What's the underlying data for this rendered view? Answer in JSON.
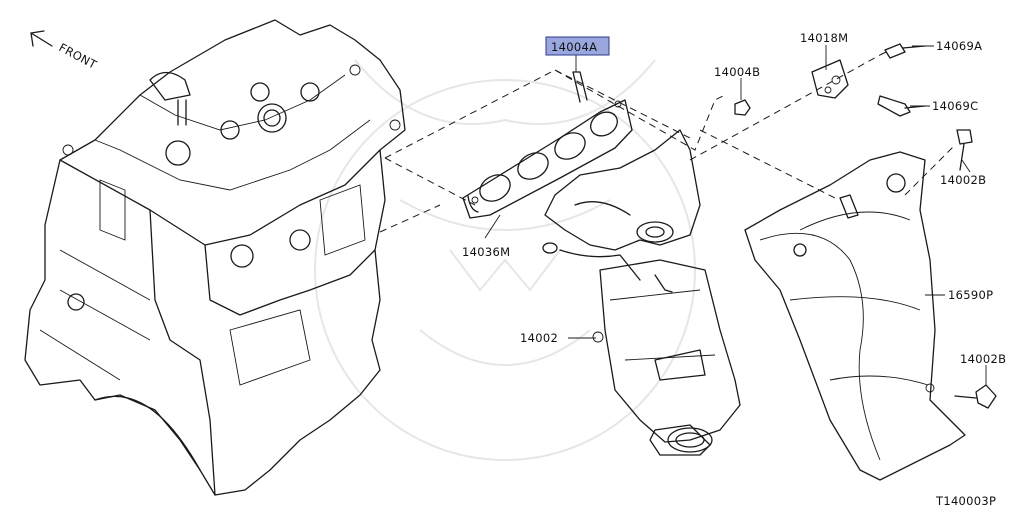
{
  "diagram": {
    "front_label": "FRONT",
    "drawing_code": "T140003P",
    "highlight_color": "#9aa7df",
    "parts": [
      {
        "id": "p1",
        "code": "14004A",
        "highlighted": true
      },
      {
        "id": "p2",
        "code": "14004B",
        "highlighted": false
      },
      {
        "id": "p3",
        "code": "14018M",
        "highlighted": false
      },
      {
        "id": "p4",
        "code": "14069A",
        "highlighted": false
      },
      {
        "id": "p5",
        "code": "14069C",
        "highlighted": false
      },
      {
        "id": "p6",
        "code": "14002B",
        "highlighted": false
      },
      {
        "id": "p7",
        "code": "14036M",
        "highlighted": false
      },
      {
        "id": "p8",
        "code": "16590P",
        "highlighted": false
      },
      {
        "id": "p9",
        "code": "14002",
        "highlighted": false
      },
      {
        "id": "p10",
        "code": "14002B",
        "highlighted": false
      }
    ]
  }
}
